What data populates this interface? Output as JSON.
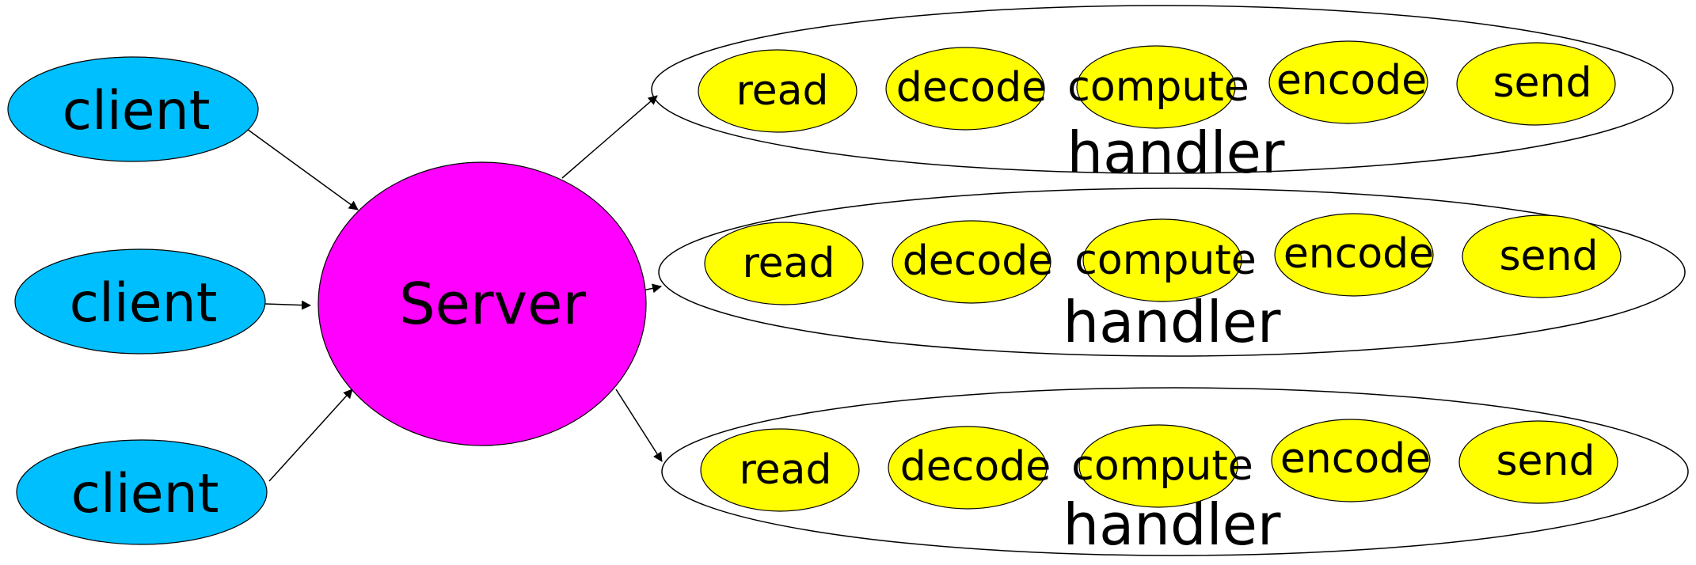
{
  "colors": {
    "client_fill": "#00BFFF",
    "server_fill": "#FF00FF",
    "step_fill": "#FFFF00",
    "outline": "#000000",
    "handler_fill": "#FFFFFF",
    "background": "#FFFFFF"
  },
  "clients": [
    {
      "label": "client"
    },
    {
      "label": "client"
    },
    {
      "label": "client"
    }
  ],
  "server": {
    "label": "Server"
  },
  "handlers": [
    {
      "label": "handler",
      "steps": [
        "read",
        "decode",
        "compute",
        "encode",
        "send"
      ]
    },
    {
      "label": "handler",
      "steps": [
        "read",
        "decode",
        "compute",
        "encode",
        "send"
      ]
    },
    {
      "label": "handler",
      "steps": [
        "read",
        "decode",
        "compute",
        "encode",
        "send"
      ]
    }
  ]
}
